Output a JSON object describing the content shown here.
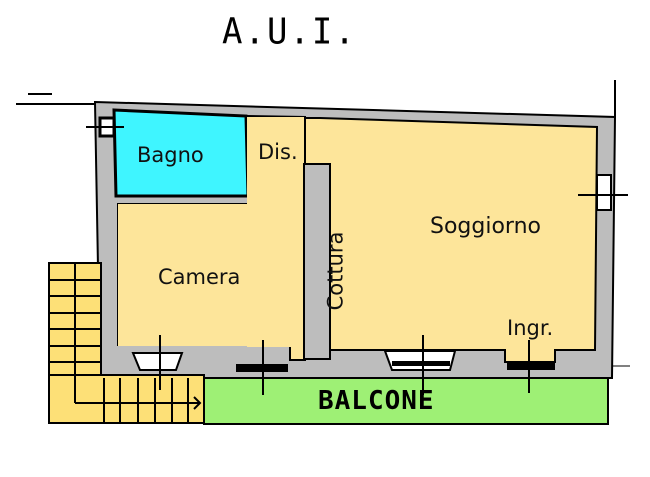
{
  "plan": {
    "title": "A.U.I.",
    "rooms": [
      {
        "id": "bagno",
        "label": "Bagno",
        "color": "#3ff5ff"
      },
      {
        "id": "dis",
        "label": "Dis.",
        "color": "#fde59a"
      },
      {
        "id": "camera",
        "label": "Camera",
        "color": "#fde59a"
      },
      {
        "id": "cottura",
        "label": "Cottura",
        "color": "#fde59a"
      },
      {
        "id": "soggiorno",
        "label": "Soggiorno",
        "color": "#fde59a"
      },
      {
        "id": "ingr",
        "label": "Ingr.",
        "color": "#fde59a"
      },
      {
        "id": "balcone",
        "label": "BALCONE",
        "color": "#9ef075"
      }
    ],
    "colors": {
      "wall": "#bdbdbd",
      "room": "#fde59a",
      "bath": "#3ff5ff",
      "balcony": "#9ef075",
      "stairs": "#fde077",
      "outline": "#000000"
    }
  }
}
